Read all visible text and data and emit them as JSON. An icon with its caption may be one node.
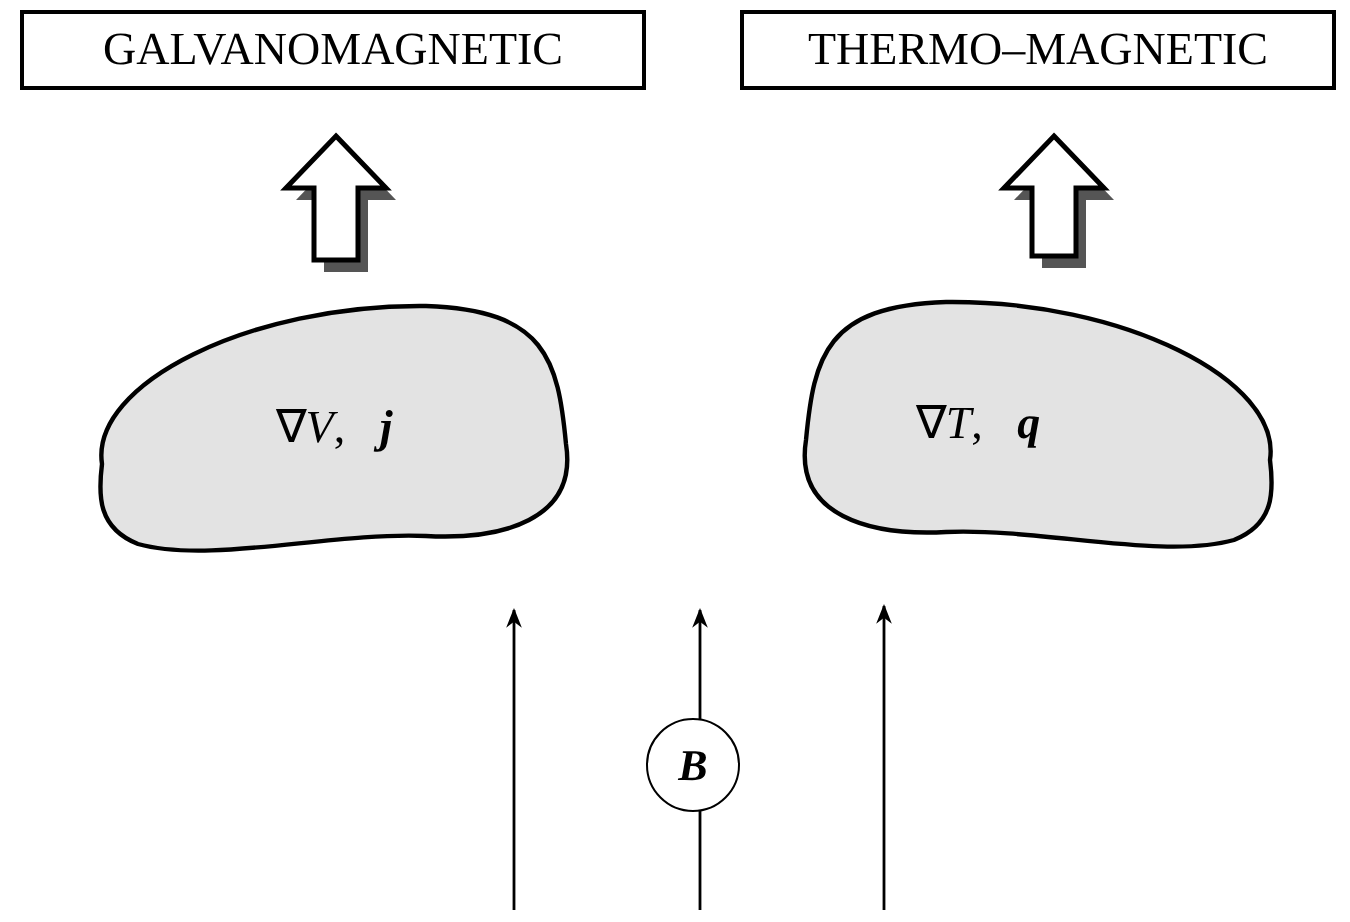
{
  "diagram": {
    "nodes": [
      {
        "text": [
          "GALVANOMAGNETIC"
        ]
      },
      {
        "text": [
          "THERMO–MAGNETIC"
        ]
      },
      {
        "text": [
          "∇*V*,   **j**"
        ]
      },
      {
        "text": [
          "∇*T*,   **q**"
        ]
      },
      {
        "text": [
          "B"
        ]
      }
    ],
    "edges": [
      {
        "from": 2,
        "to": 0,
        "arrow": "to",
        "style": "thick"
      },
      {
        "from": 3,
        "to": 1,
        "arrow": "to",
        "style": "thick"
      }
    ]
  }
}
